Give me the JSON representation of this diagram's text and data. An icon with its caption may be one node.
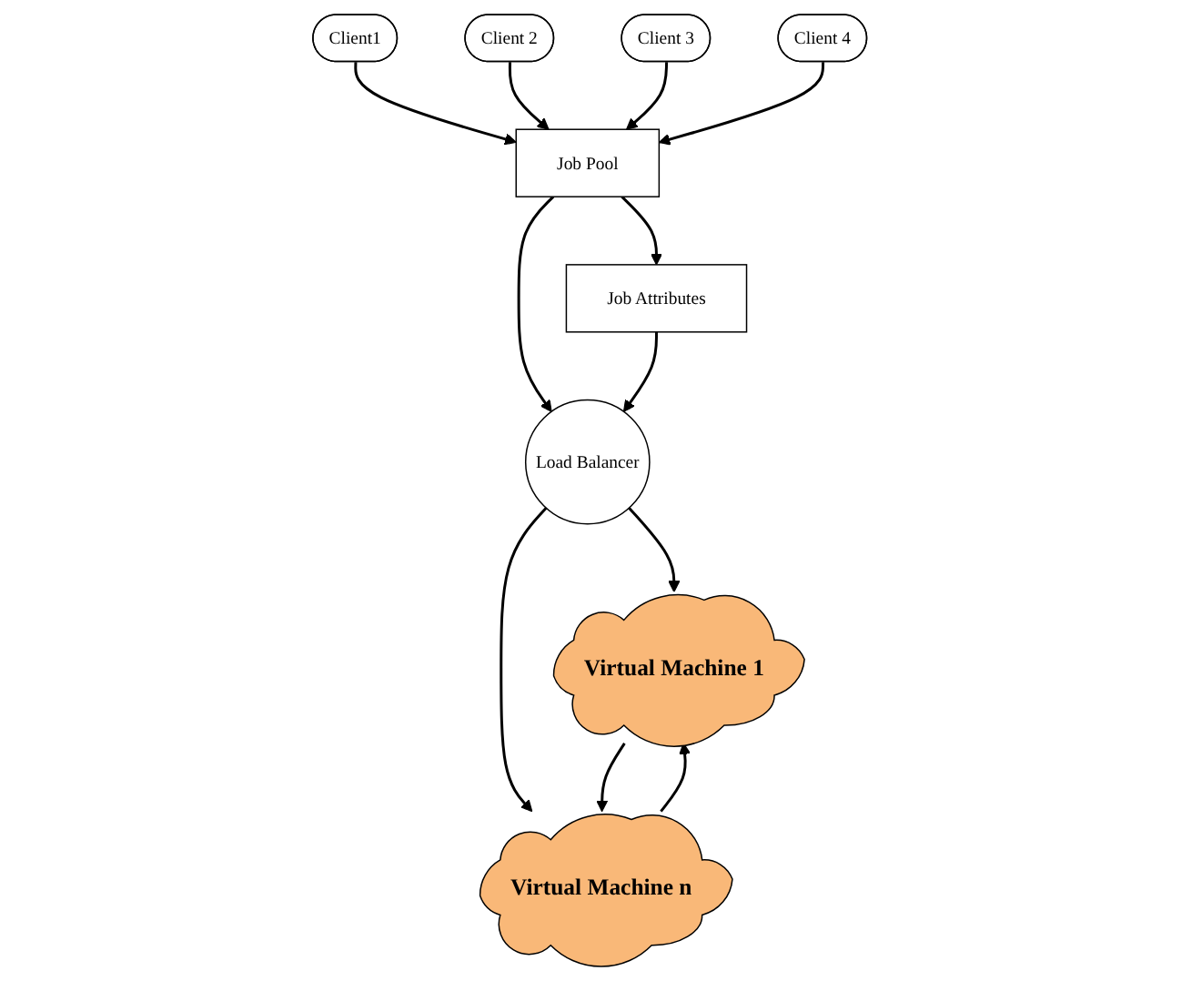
{
  "diagram": {
    "nodes": [
      {
        "text": [
          "Client1"
        ]
      },
      {
        "text": [
          "Client 2"
        ]
      },
      {
        "text": [
          "Client 3"
        ]
      },
      {
        "text": [
          "Client 4"
        ]
      },
      {
        "text": [
          "Job Pool"
        ]
      },
      {
        "text": [
          "Load Balancer"
        ]
      },
      {
        "text": [
          "Job Attributes"
        ]
      },
      {
        "text": [
          "Virtual Machine 1"
        ]
      },
      {
        "text": [
          "Virtual Machine n"
        ]
      }
    ],
    "edges": [
      {
        "from": 0,
        "to": 4,
        "arrow": "to"
      },
      {
        "from": 1,
        "to": 4,
        "arrow": "to"
      },
      {
        "from": 2,
        "to": 4,
        "arrow": "to"
      },
      {
        "from": 3,
        "to": 4,
        "arrow": "to"
      },
      {
        "from": 4,
        "to": 5,
        "arrow": "to"
      },
      {
        "from": 4,
        "to": 6,
        "arrow": "to"
      },
      {
        "from": 6,
        "to": 5,
        "arrow": "to"
      },
      {
        "from": 5,
        "to": 7,
        "arrow": "to"
      },
      {
        "from": 5,
        "to": 8,
        "arrow": "to"
      },
      {
        "from": 8,
        "to": 7,
        "arrow": "to"
      },
      {
        "from": 7,
        "to": 8,
        "arrow": "to"
      }
    ]
  }
}
